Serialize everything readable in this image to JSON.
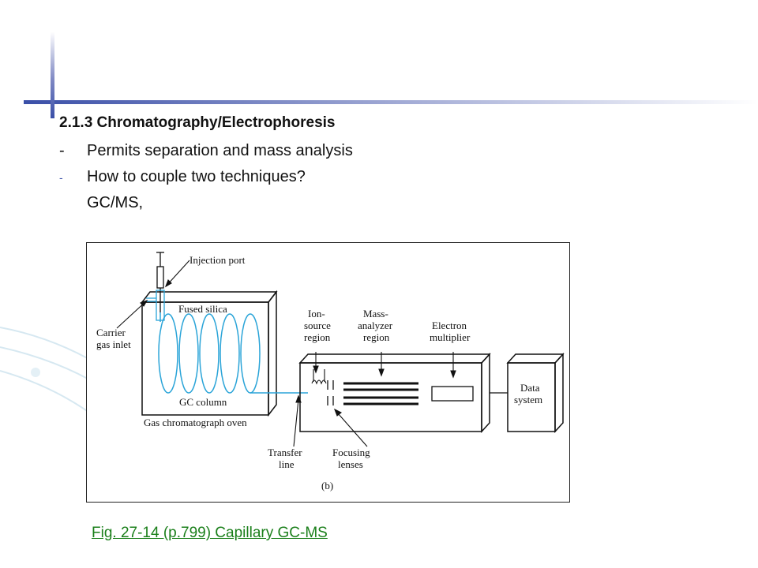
{
  "slide": {
    "heading": "2.1.3 Chromatography/Electrophoresis",
    "bullets": [
      {
        "marker": "-",
        "text": "Permits separation and mass analysis"
      },
      {
        "marker": "-",
        "text": "How to couple two techniques?"
      },
      {
        "marker": "",
        "text": "GC/MS,"
      }
    ],
    "caption": "Fig. 27-14 (p.799)  Capillary GC-MS"
  },
  "diagram": {
    "labels": {
      "injection_port": "Injection port",
      "carrier_gas_1": "Carrier",
      "carrier_gas_2": "gas inlet",
      "fused_silica": "Fused silica",
      "gc_column": "GC column",
      "oven": "Gas chromatograph oven",
      "ion_source_1": "Ion-",
      "ion_source_2": "source",
      "ion_source_3": "region",
      "mass_analyzer_1": "Mass-",
      "mass_analyzer_2": "analyzer",
      "mass_analyzer_3": "region",
      "electron_mult_1": "Electron",
      "electron_mult_2": "multiplier",
      "data_system_1": "Data",
      "data_system_2": "system",
      "transfer_1": "Transfer",
      "transfer_2": "line",
      "focusing_1": "Focusing",
      "focusing_2": "lenses",
      "panel": "(b)"
    },
    "colors": {
      "column": "#2aa4d8",
      "accent": "#3a4fa8",
      "caption": "#1a7f1a"
    }
  }
}
